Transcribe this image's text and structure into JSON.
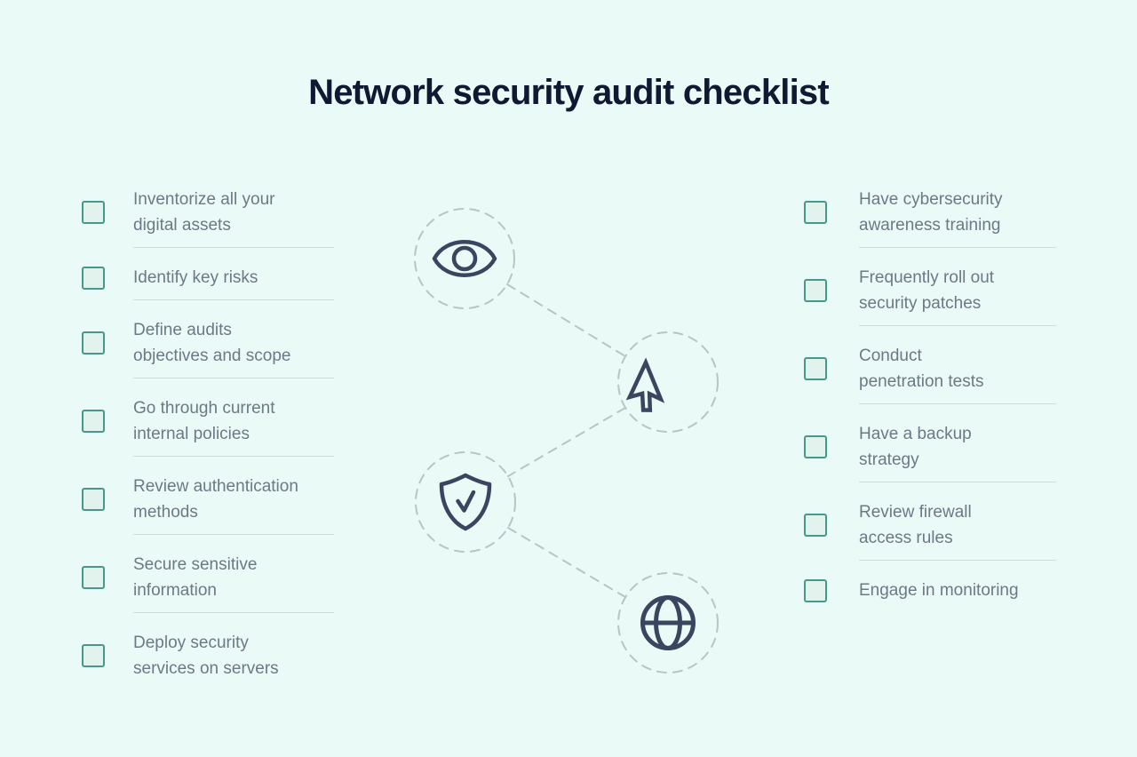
{
  "title": "Network security audit checklist",
  "colors": {
    "bg": "#e9faf7",
    "title": "#111831",
    "text": "#6e7886",
    "checkbox_border": "#46978c",
    "checkbox_fill": "#e2f3ee",
    "divider": "#cfdcda",
    "dash": "#b6c5c8",
    "icon": "#3a455f"
  },
  "checklist_left": {
    "items": [
      {
        "label": "Inventorize all your digital assets",
        "lines": [
          "Inventorize all your",
          "digital assets"
        ],
        "checked": false
      },
      {
        "label": "Identify key risks",
        "lines": [
          "Identify key risks"
        ],
        "checked": false
      },
      {
        "label": "Define audits objectives and scope",
        "lines": [
          "Define audits",
          "objectives and scope"
        ],
        "checked": false
      },
      {
        "label": "Go through current internal policies",
        "lines": [
          "Go through current",
          "internal policies"
        ],
        "checked": false
      },
      {
        "label": "Review authentication methods",
        "lines": [
          "Review authentication",
          "methods"
        ],
        "checked": false
      },
      {
        "label": "Secure sensitive information",
        "lines": [
          "Secure sensitive",
          "information"
        ],
        "checked": false
      },
      {
        "label": "Deploy security services on servers",
        "lines": [
          "Deploy security",
          "services on servers"
        ],
        "checked": false
      }
    ]
  },
  "checklist_right": {
    "items": [
      {
        "label": "Have cybersecurity awareness training",
        "lines": [
          "Have cybersecurity",
          "awareness training"
        ],
        "checked": false
      },
      {
        "label": "Frequently roll out security patches",
        "lines": [
          "Frequently roll out",
          "security patches"
        ],
        "checked": false
      },
      {
        "label": "Conduct penetration tests",
        "lines": [
          "Conduct",
          "penetration tests"
        ],
        "checked": false
      },
      {
        "label": "Have a backup strategy",
        "lines": [
          "Have a backup",
          "strategy"
        ],
        "checked": false
      },
      {
        "label": "Review firewall access rules",
        "lines": [
          "Review firewall",
          "access rules"
        ],
        "checked": false
      },
      {
        "label": "Engage in monitoring",
        "lines": [
          "Engage in monitoring"
        ],
        "checked": false
      }
    ]
  },
  "diagram": {
    "icons": [
      "eye-icon",
      "cursor-icon",
      "shield-check-icon",
      "globe-icon"
    ]
  }
}
